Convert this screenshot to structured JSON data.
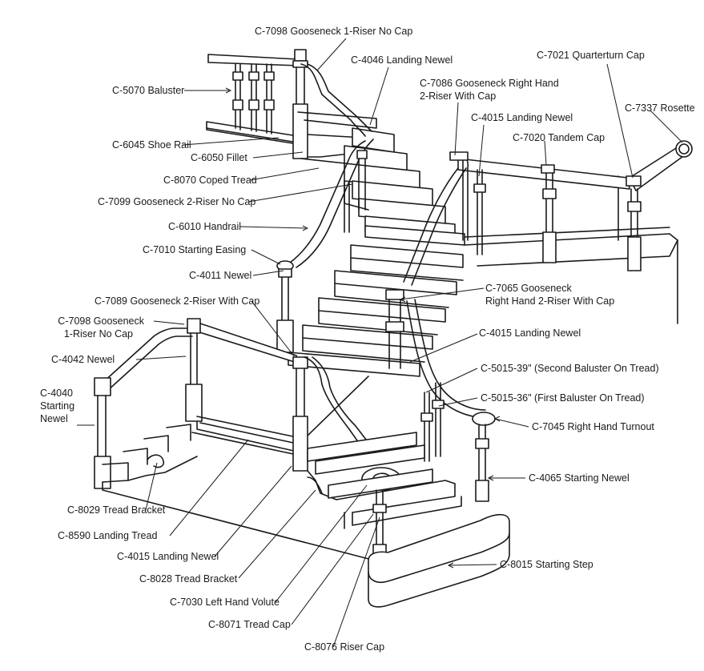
{
  "labels": {
    "c7098_top": "C-7098 Gooseneck 1-Riser No Cap",
    "c4046": "C-4046 Landing Newel",
    "c7021": "C-7021 Quarterturn Cap",
    "c7086_l1": "C-7086 Gooseneck Right Hand",
    "c7086_l2": "2-Riser With Cap",
    "c7337": "C-7337 Rosette",
    "c5070": "C-5070 Baluster",
    "c4015_top": "C-4015 Landing Newel",
    "c7020": "C-7020 Tandem Cap",
    "c6045": "C-6045 Shoe Rail",
    "c6050": "C-6050 Fillet",
    "c8070": "C-8070 Coped Tread",
    "c7099": "C-7099 Gooseneck 2-Riser No Cap",
    "c6010": "C-6010 Handrail",
    "c7010": "C-7010 Starting Easing",
    "c4011": "C-4011 Newel",
    "c7065_l1": "C-7065 Gooseneck",
    "c7065_l2": "Right Hand 2-Riser With Cap",
    "c7089": "C-7089 Gooseneck 2-Riser With Cap",
    "c7098_left_l1": "C-7098 Gooseneck",
    "c7098_left_l2": "1-Riser No Cap",
    "c4015_mid": "C-4015 Landing Newel",
    "c4042": "C-4042 Newel",
    "c5015_39": "C-5015-39\" (Second Baluster On Tread)",
    "c4040_l1": "C-4040",
    "c4040_l2": "Starting",
    "c4040_l3": "Newel",
    "c5015_36": "C-5015-36\" (First Baluster On Tread)",
    "c7045": "C-7045 Right Hand Turnout",
    "c4065": "C-4065 Starting Newel",
    "c8029": "C-8029 Tread Bracket",
    "c8590": "C-8590 Landing Tread",
    "c8015": "C-8015 Starting Step",
    "c4015_bottom": "C-4015 Landing Newel",
    "c8028": "C-8028  Tread Bracket",
    "c7030": "C-7030 Left Hand Volute",
    "c8071": "C-8071 Tread Cap",
    "c8076": "C-8076 Riser Cap"
  }
}
